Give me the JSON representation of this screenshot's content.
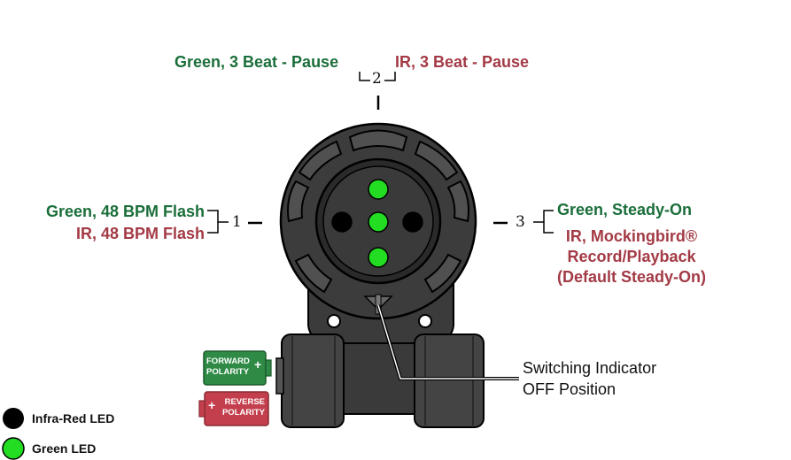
{
  "positions": {
    "p1": {
      "number": "1",
      "green": "Green, 48 BPM Flash",
      "ir": "IR, 48 BPM Flash"
    },
    "p2": {
      "number": "2",
      "green": "Green, 3 Beat - Pause",
      "ir": "IR, 3 Beat - Pause"
    },
    "p3": {
      "number": "3",
      "green": "Green, Steady-On",
      "ir_line1": "IR, Mockingbird®",
      "ir_line2": "Record/Playback",
      "ir_line3": "(Default Steady-On)"
    }
  },
  "indicator": {
    "line1": "Switching Indicator",
    "line2": "OFF Position"
  },
  "polarity": {
    "forward": {
      "line1": "FORWARD",
      "line2": "POLARITY",
      "sign": "+"
    },
    "reverse": {
      "line1": "REVERSE",
      "line2": "POLARITY",
      "sign": "+"
    }
  },
  "legend": {
    "ir": "Infra-Red LED",
    "green": "Green LED"
  },
  "colors": {
    "green_text": "#1a6e3a",
    "ir_text": "#a33a45",
    "green_led": "#22dd22",
    "ir_led": "#000000",
    "body": "#3a3a3a"
  }
}
